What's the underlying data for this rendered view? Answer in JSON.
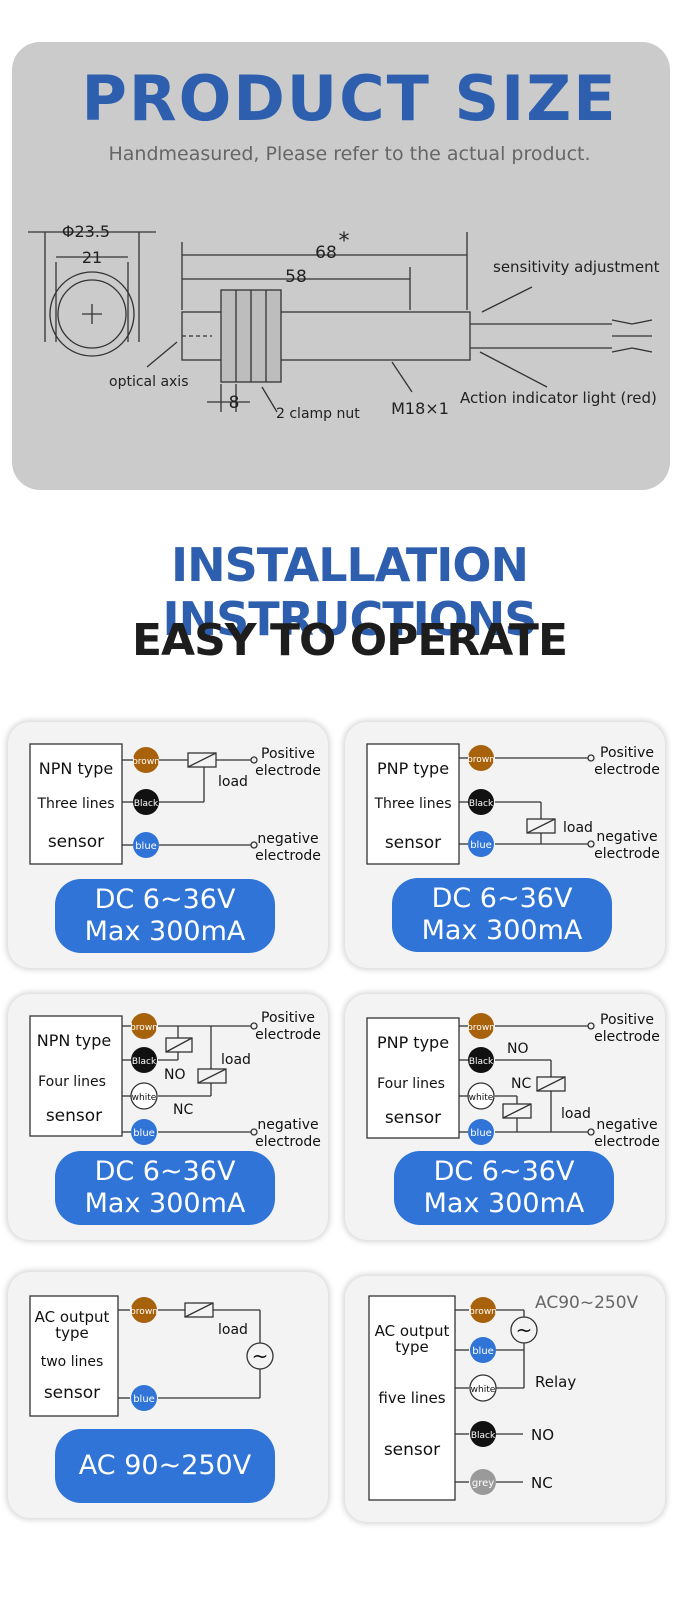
{
  "product_size": {
    "title": "PRODUCT SIZE",
    "subtitle": "Handmeasured, Please refer to the actual product.",
    "dims": {
      "phi": "Φ23.5",
      "inner": "21",
      "total": "68",
      "star": "*",
      "body": "58",
      "nut": "8",
      "thread": "M18×1"
    },
    "labels": {
      "sensitivity": "sensitivity adjustment",
      "optical_axis": "optical axis",
      "clamp_nut": "2 clamp nut",
      "indicator": "Action indicator light (red)"
    }
  },
  "install": {
    "title": "INSTALLATION INSTRUCTIONS",
    "subtitle": "EASY TO OPERATE"
  },
  "colors": {
    "brown": "#a8620c",
    "black": "#111111",
    "blue": "#2f74d6",
    "white": "#ffffff",
    "grey": "#9a9a9a",
    "title_blue": "#2d5fae",
    "pill_blue": "#2f74d6"
  },
  "wire_labels": {
    "brown": "brown",
    "black": "Black",
    "blue": "blue",
    "white": "white",
    "grey": "grey"
  },
  "common": {
    "positive": "Positive",
    "negative": "negative",
    "electrode": "electrode",
    "load": "load",
    "no": "NO",
    "nc": "NC",
    "sensor": "sensor",
    "relay": "Relay",
    "tilde": "~"
  },
  "cards": {
    "npn3": {
      "type": "NPN type",
      "lines": "Three lines",
      "spec1": "DC    6~36V",
      "spec2": "Max    300mA"
    },
    "pnp3": {
      "type": "PNP type",
      "lines": "Three lines",
      "spec1": "DC    6~36V",
      "spec2": "Max    300mA"
    },
    "npn4": {
      "type": "NPN type",
      "lines": "Four lines",
      "spec1": "DC    6~36V",
      "spec2": "Max    300mA"
    },
    "pnp4": {
      "type": "PNP type",
      "lines": "Four lines",
      "spec1": "DC    6~36V",
      "spec2": "Max    300mA"
    },
    "ac2": {
      "type1": "AC output",
      "type2": "type",
      "lines": "two lines",
      "spec": "AC 90~250V"
    },
    "ac5": {
      "type1": "AC output",
      "type2": "type",
      "lines": "five lines",
      "voltage": "AC90~250V"
    }
  }
}
